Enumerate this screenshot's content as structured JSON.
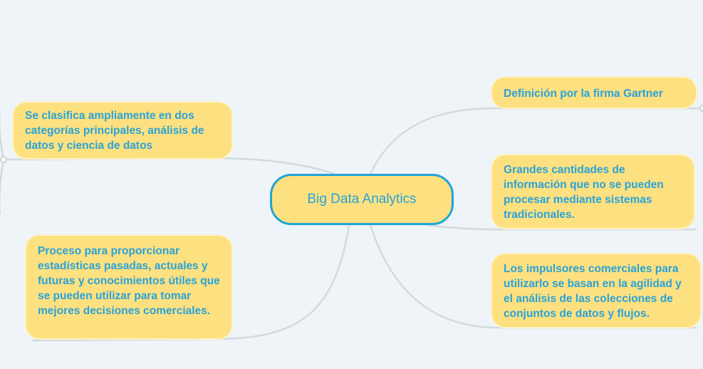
{
  "center": {
    "label": "Big Data Analytics"
  },
  "left_nodes": [
    {
      "text": "Se clasifica ampliamente en dos categorías principales, análisis de datos y ciencia de datos"
    },
    {
      "text": "Proceso para proporcionar estadísticas pasadas, actuales y futuras y conocimientos útiles que se pueden utilizar para tomar mejores decisiones comerciales."
    }
  ],
  "right_nodes": [
    {
      "text": "Definición por la firma Gartner"
    },
    {
      "text": "Grandes cantidades de información que no se pueden procesar mediante sistemas tradicionales."
    },
    {
      "text": "Los impulsores comerciales para utilizarlo se basan en la agilidad y el análisis de las colecciones de conjuntos de datos y flujos."
    }
  ],
  "colors": {
    "background": "#eef4f7",
    "node_fill": "#fde07f",
    "text": "#2aa3d9",
    "center_border": "#1ea4d8",
    "connector": "#d3dadd"
  }
}
